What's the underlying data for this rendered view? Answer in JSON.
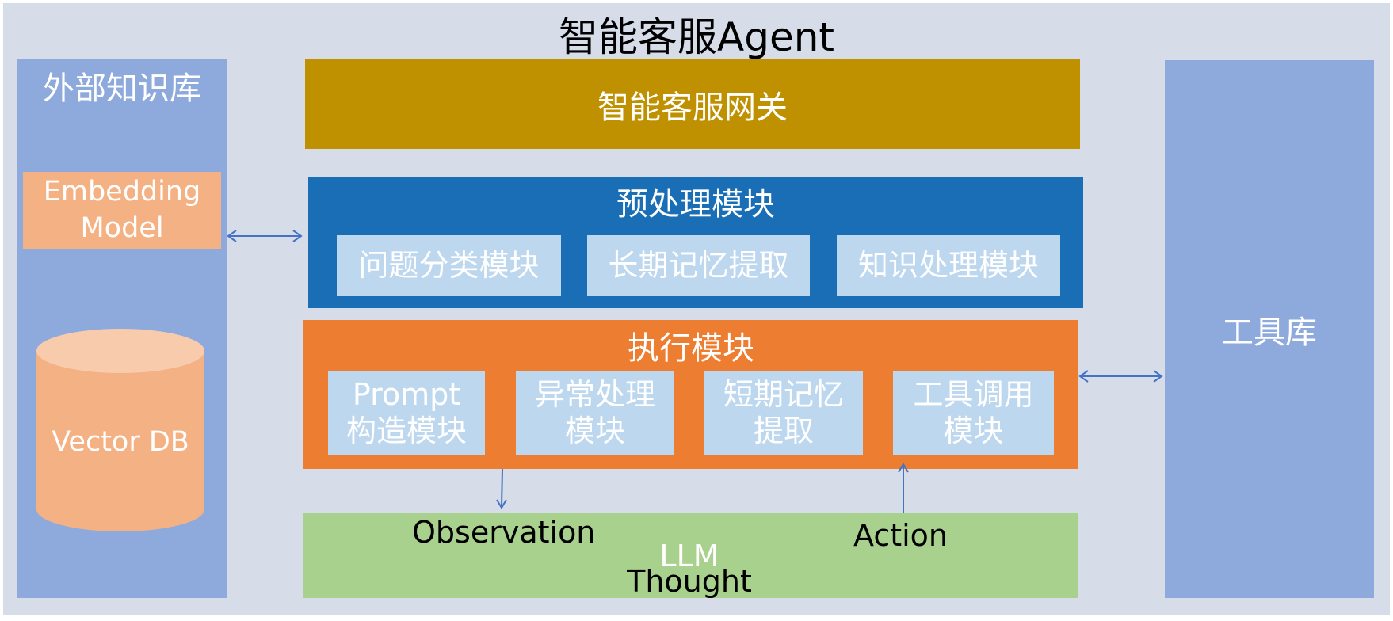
{
  "title": "智能客服Agent",
  "knowledge_base": {
    "label": "外部知识库",
    "embedding_line1": "Embedding",
    "embedding_line2": "Model",
    "vector_db": "Vector DB"
  },
  "gateway": {
    "label": "智能客服网关"
  },
  "preprocess": {
    "title": "预处理模块",
    "items": [
      "问题分类模块",
      "长期记忆提取",
      "知识处理模块"
    ]
  },
  "execution": {
    "title": "执行模块",
    "items": [
      {
        "line1": "Prompt",
        "line2": "构造模块"
      },
      {
        "line1": "异常处理",
        "line2": "模块"
      },
      {
        "line1": "短期记忆",
        "line2": "提取"
      },
      {
        "line1": "工具调用",
        "line2": "模块"
      }
    ]
  },
  "llm": {
    "label": "LLM",
    "observation": "Observation",
    "action": "Action",
    "thought": "Thought"
  },
  "tools": {
    "label": "工具库"
  },
  "colors": {
    "background": "#d6dde8",
    "side_columns": "#8eaadc",
    "gateway": "#bf9000",
    "preprocess": "#1a6eb6",
    "execution": "#ed7d31",
    "submodule": "#bdd7ee",
    "embedding_and_db": "#f4b183",
    "llm": "#a9d18e",
    "arrow": "#4472c4"
  }
}
